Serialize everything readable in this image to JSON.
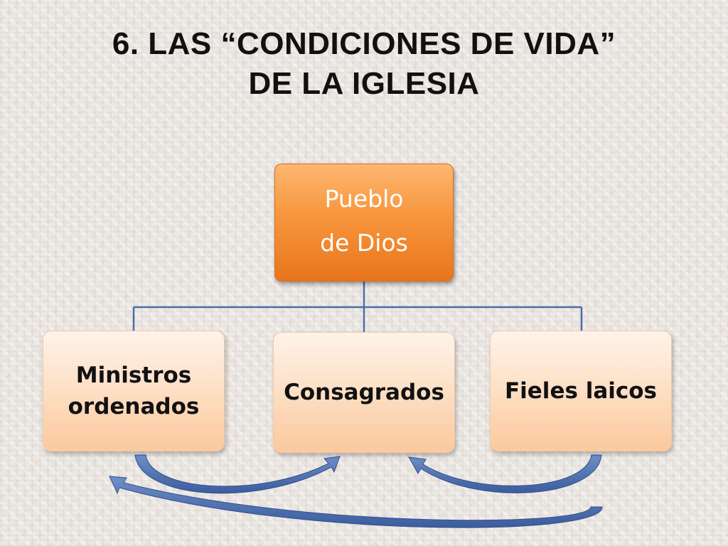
{
  "title": {
    "line1": "6. LAS “CONDICIONES DE VIDA”",
    "line2": "DE LA IGLESIA"
  },
  "diagram": {
    "root": {
      "line1": "Pueblo",
      "line2": "de Dios"
    },
    "children": [
      {
        "line1": "Ministros",
        "line2": "ordenados"
      },
      {
        "line1": "Consagrados"
      },
      {
        "line1": "Fieles laicos"
      }
    ],
    "colors": {
      "root_fill": "#f7953c",
      "child_fill": "#fde1c8",
      "connector": "#4a6fa5",
      "arrow": "#4a6fb0"
    }
  }
}
